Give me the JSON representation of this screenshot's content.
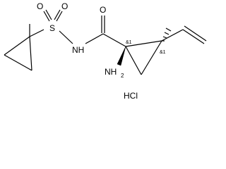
{
  "molecule": {
    "atoms": {
      "carbonyl_oxygen": "O",
      "sulfonyl_oxygen_left": "O",
      "sulfonyl_oxygen_right": "O",
      "sulfur": "S",
      "amide_nitrogen": "NH",
      "amine_group": "NH",
      "amine_subscript": "2"
    },
    "stereo_labels": {
      "quaternary_center": "&1",
      "vinyl_center": "&1"
    },
    "salt": "HCl"
  }
}
